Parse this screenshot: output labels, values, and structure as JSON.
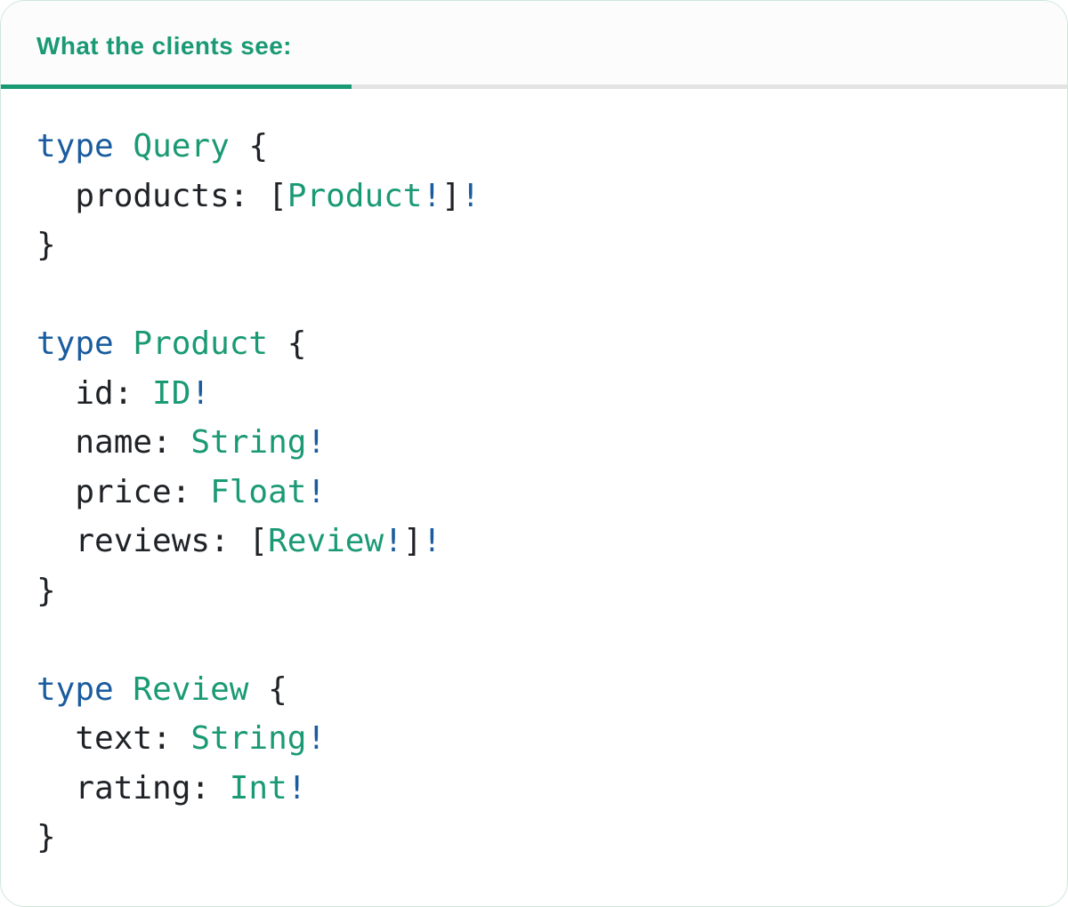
{
  "header": {
    "title": "What the clients see:"
  },
  "colors": {
    "accent_green": "#1a9a74",
    "keyword_blue": "#1a5c9e",
    "plain_text": "#1f2226",
    "divider_gray": "#e3e3e3",
    "header_bg": "#fcfcfc",
    "card_border": "#cfe6da",
    "card_bg": "#ffffff"
  },
  "code": {
    "token_colors": {
      "keyword": "#1a5c9e",
      "type": "#1a9a74",
      "bang": "#1a5c9e",
      "plain": "#1f2226"
    },
    "lines": [
      [
        {
          "t": "type",
          "c": "keyword"
        },
        {
          "t": " ",
          "c": "plain"
        },
        {
          "t": "Query",
          "c": "type"
        },
        {
          "t": " {",
          "c": "plain"
        }
      ],
      [
        {
          "t": "  products: [",
          "c": "plain"
        },
        {
          "t": "Product",
          "c": "type"
        },
        {
          "t": "!",
          "c": "bang"
        },
        {
          "t": "]",
          "c": "plain"
        },
        {
          "t": "!",
          "c": "bang"
        }
      ],
      [
        {
          "t": "}",
          "c": "plain"
        }
      ],
      [],
      [
        {
          "t": "type",
          "c": "keyword"
        },
        {
          "t": " ",
          "c": "plain"
        },
        {
          "t": "Product",
          "c": "type"
        },
        {
          "t": " {",
          "c": "plain"
        }
      ],
      [
        {
          "t": "  id: ",
          "c": "plain"
        },
        {
          "t": "ID",
          "c": "type"
        },
        {
          "t": "!",
          "c": "bang"
        }
      ],
      [
        {
          "t": "  name: ",
          "c": "plain"
        },
        {
          "t": "String",
          "c": "type"
        },
        {
          "t": "!",
          "c": "bang"
        }
      ],
      [
        {
          "t": "  price: ",
          "c": "plain"
        },
        {
          "t": "Float",
          "c": "type"
        },
        {
          "t": "!",
          "c": "bang"
        }
      ],
      [
        {
          "t": "  reviews: [",
          "c": "plain"
        },
        {
          "t": "Review",
          "c": "type"
        },
        {
          "t": "!",
          "c": "bang"
        },
        {
          "t": "]",
          "c": "plain"
        },
        {
          "t": "!",
          "c": "bang"
        }
      ],
      [
        {
          "t": "}",
          "c": "plain"
        }
      ],
      [],
      [
        {
          "t": "type",
          "c": "keyword"
        },
        {
          "t": " ",
          "c": "plain"
        },
        {
          "t": "Review",
          "c": "type"
        },
        {
          "t": " {",
          "c": "plain"
        }
      ],
      [
        {
          "t": "  text: ",
          "c": "plain"
        },
        {
          "t": "String",
          "c": "type"
        },
        {
          "t": "!",
          "c": "bang"
        }
      ],
      [
        {
          "t": "  rating: ",
          "c": "plain"
        },
        {
          "t": "Int",
          "c": "type"
        },
        {
          "t": "!",
          "c": "bang"
        }
      ],
      [
        {
          "t": "}",
          "c": "plain"
        }
      ]
    ]
  }
}
